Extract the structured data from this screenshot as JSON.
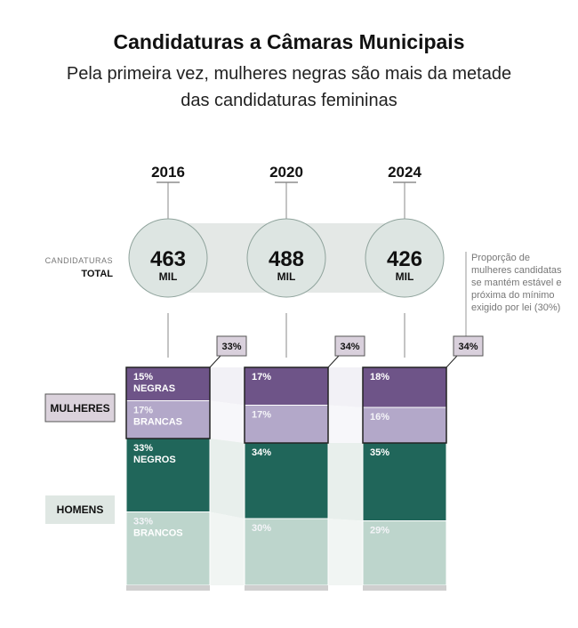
{
  "chart_data": {
    "type": "bar",
    "title": "Candidaturas a Câmaras Municipais",
    "subtitle_line1": "Pela primeira vez, mulheres negras são mais da metade",
    "subtitle_line2": "das candidaturas femininas",
    "categories": [
      "2016",
      "2020",
      "2024"
    ],
    "totals": {
      "label_top": "CANDIDATURAS",
      "label_bottom": "TOTAL",
      "unit": "MIL",
      "values": [
        463,
        488,
        426
      ]
    },
    "series": [
      {
        "name": "NEGRAS",
        "group": "MULHERES",
        "values": [
          15,
          17,
          18
        ],
        "color": "#6e5488"
      },
      {
        "name": "BRANCAS",
        "group": "MULHERES",
        "values": [
          17,
          17,
          16
        ],
        "color": "#b3a8c9"
      },
      {
        "name": "NEGROS",
        "group": "HOMENS",
        "values": [
          33,
          34,
          35
        ],
        "color": "#20665a"
      },
      {
        "name": "BRANCOS",
        "group": "HOMENS",
        "values": [
          33,
          30,
          29
        ],
        "color": "#bdd5cc"
      }
    ],
    "women_share": [
      "33%",
      "34%",
      "34%"
    ],
    "group_labels": {
      "women": "MULHERES",
      "men": "HOMENS"
    },
    "annotation": [
      "Proporção de",
      "mulheres candidatas",
      "se mantém estável e",
      "próxima do mínimo",
      "exigido por lei (30%)"
    ],
    "ylim": [
      0,
      100
    ]
  }
}
